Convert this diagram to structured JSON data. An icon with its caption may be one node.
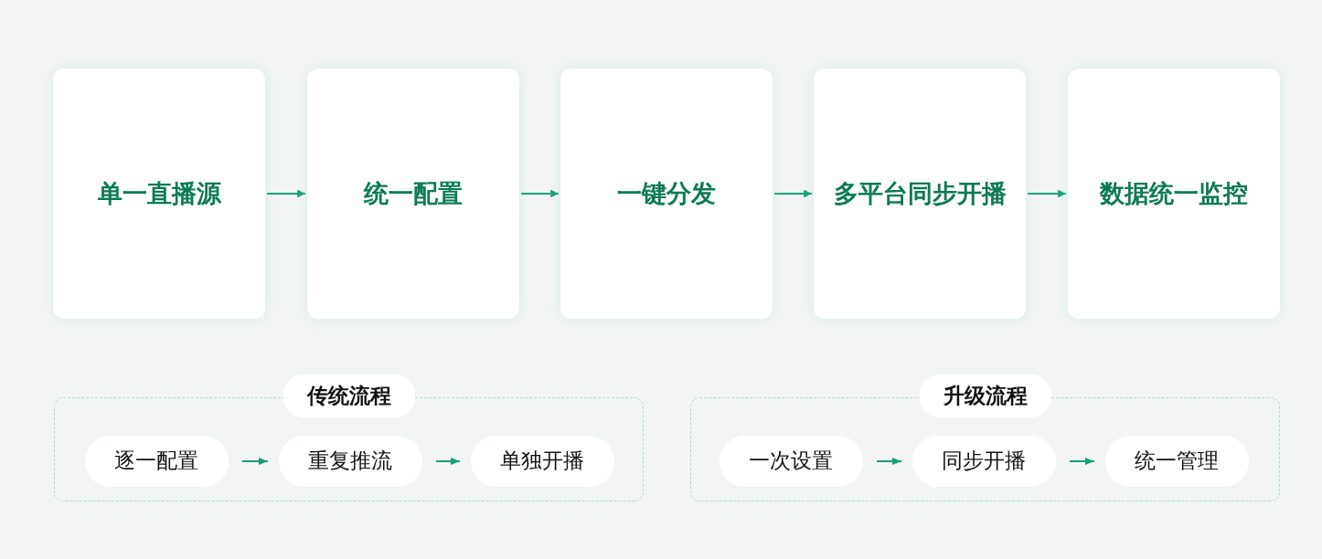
{
  "diagram": {
    "nodes": [
      {
        "text": [
          "单一直播源"
        ]
      },
      {
        "text": [
          "统一配置"
        ]
      },
      {
        "text": [
          "一键分发"
        ]
      },
      {
        "text": [
          "多平台同步开播"
        ]
      },
      {
        "text": [
          "数据统一监控"
        ]
      },
      {
        "text": [
          "传统流程"
        ]
      },
      {
        "text": [
          "逐一配置"
        ],
        "in": 5
      },
      {
        "text": [
          "重复推流"
        ],
        "in": 5
      },
      {
        "text": [
          "单独开播"
        ],
        "in": 5
      },
      {
        "text": [
          "升级流程"
        ]
      },
      {
        "text": [
          "一次设置"
        ],
        "in": 9
      },
      {
        "text": [
          "同步开播"
        ],
        "in": 9
      },
      {
        "text": [
          "统一管理"
        ],
        "in": 9
      }
    ],
    "edges": [
      {
        "from": 0,
        "to": 1,
        "arrow": "to"
      },
      {
        "from": 1,
        "to": 2,
        "arrow": "to"
      },
      {
        "from": 2,
        "to": 3,
        "arrow": "to"
      },
      {
        "from": 3,
        "to": 4,
        "arrow": "to"
      },
      {
        "from": 6,
        "to": 7,
        "arrow": "to"
      },
      {
        "from": 7,
        "to": 8,
        "arrow": "to"
      },
      {
        "from": 10,
        "to": 11,
        "arrow": "to"
      },
      {
        "from": 11,
        "to": 12,
        "arrow": "to"
      }
    ]
  }
}
